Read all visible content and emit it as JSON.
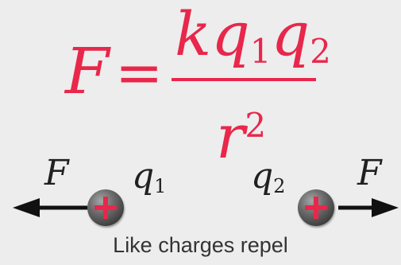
{
  "formula": {
    "lhs": "F",
    "equals": "=",
    "numerator": {
      "k": "k",
      "q1": "q",
      "sub1": "1",
      "q2": "q",
      "sub2": "2"
    },
    "denominator": {
      "r": "r",
      "exp": "2"
    }
  },
  "diagram": {
    "force_left": "F",
    "force_right": "F",
    "charge1": {
      "label": "q",
      "sub": "1"
    },
    "charge2": {
      "label": "q",
      "sub": "2"
    },
    "caption": "Like charges repel"
  },
  "colors": {
    "accent": "#e8274b",
    "text_dark": "#202020",
    "background": "#ededed"
  },
  "icons": {
    "left_arrow": "arrow-left-icon",
    "right_arrow": "arrow-right-icon",
    "positive_charge": "positive-charge-icon"
  }
}
